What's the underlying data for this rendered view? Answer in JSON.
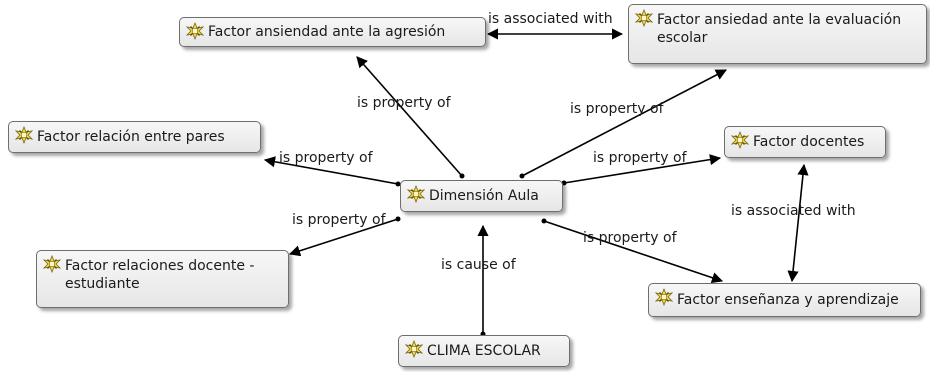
{
  "nodes": {
    "ansiedad_agresion": "Factor ansiendad ante la agresión",
    "ansiedad_evaluacion": "Factor ansiedad ante la evaluación escolar",
    "relacion_pares": "Factor relación entre pares",
    "docentes": "Factor docentes",
    "dimension_aula": "Dimensión Aula",
    "relaciones_docente": "Factor relaciones docente - estudiante",
    "ensenanza": "Factor enseñanza y aprendizaje",
    "clima": "CLIMA ESCOLAR"
  },
  "edges": {
    "agresion_evaluacion": "is associated with",
    "aula_agresion": "is property of",
    "aula_evaluacion": "is property of",
    "aula_pares": "is property of",
    "aula_docentes": "is property of",
    "aula_relaciones": "is property of",
    "clima_aula": "is cause of",
    "aula_ensenanza": "is property of",
    "docentes_ensenanza": "is associated with"
  },
  "colors": {
    "icon": "#f2d64b",
    "edge": "#000000",
    "node_border": "#6e6e6e"
  },
  "icon_name": "code-icon"
}
